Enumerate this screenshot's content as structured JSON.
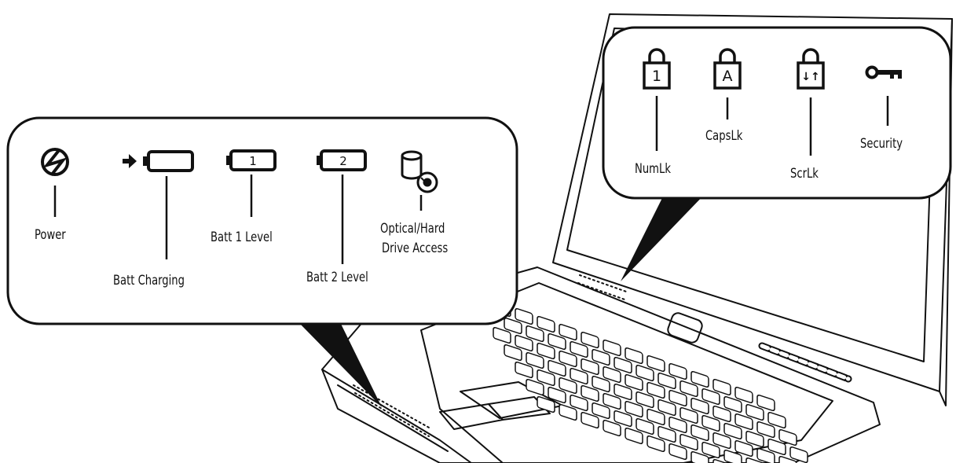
{
  "left_panel": {
    "power": {
      "label": "Power",
      "icon": "power-icon"
    },
    "batt_charging": {
      "label": "Batt Charging",
      "icon": "battery-charging-icon"
    },
    "batt1": {
      "label": "Batt 1 Level",
      "icon": "battery-1-icon",
      "glyph": "1"
    },
    "batt2": {
      "label": "Batt 2 Level",
      "icon": "battery-2-icon",
      "glyph": "2"
    },
    "drive": {
      "label_line1": "Optical/Hard",
      "label_line2": "Drive Access",
      "icon": "drive-access-icon"
    }
  },
  "right_panel": {
    "numlk": {
      "label": "NumLk",
      "icon": "num-lock-icon",
      "glyph": "1"
    },
    "capslk": {
      "label": "CapsLk",
      "icon": "caps-lock-icon",
      "glyph": "A"
    },
    "scrlk": {
      "label": "ScrLk",
      "icon": "scroll-lock-icon",
      "glyph": "↓↑"
    },
    "security": {
      "label": "Security",
      "icon": "key-icon"
    }
  }
}
